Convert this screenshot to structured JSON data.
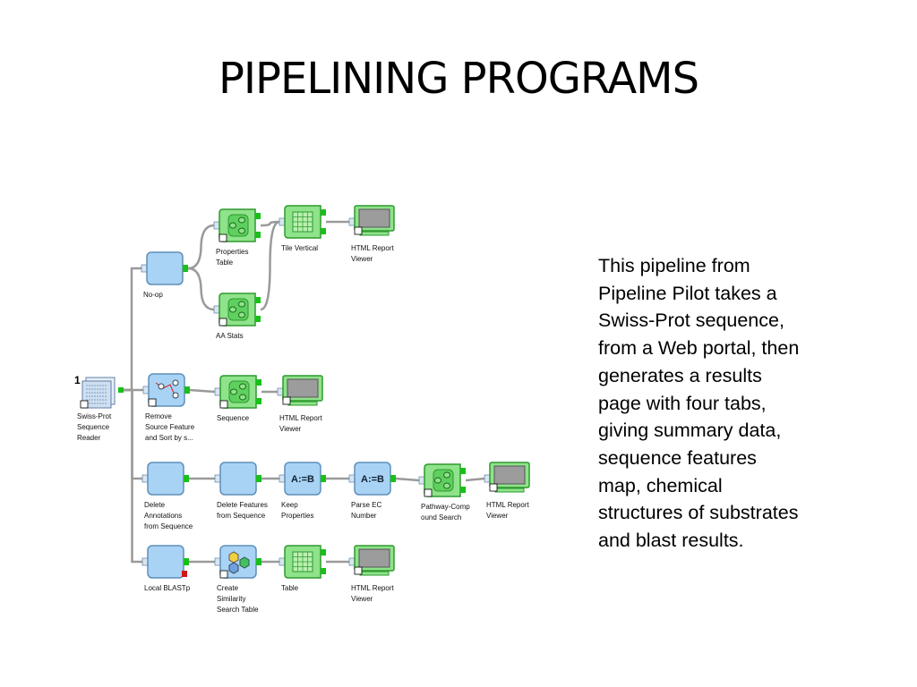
{
  "slide": {
    "title": "PIPELINING PROGRAMS",
    "description_lines": [
      "This pipeline from",
      "Pipeline Pilot takes a",
      "Swiss-Prot sequence,",
      "from a Web portal, then",
      "generates a results",
      "page with four tabs,",
      "giving summary data,",
      "sequence features",
      "map, chemical",
      "structures of substrates",
      "and blast results."
    ]
  },
  "pipeline": {
    "start_badge": "1",
    "nodes": [
      {
        "id": "reader",
        "kind": "reader",
        "label": [
          "Swiss-Prot",
          "Sequence",
          "Reader"
        ]
      },
      {
        "id": "noop",
        "kind": "blue",
        "label": [
          "No-op"
        ]
      },
      {
        "id": "props",
        "kind": "green-filter",
        "label": [
          "Properties",
          "Table"
        ]
      },
      {
        "id": "tilev",
        "kind": "green-table",
        "label": [
          "Tile Vertical"
        ]
      },
      {
        "id": "html1",
        "kind": "monitor",
        "label": [
          "HTML Report",
          "Viewer"
        ]
      },
      {
        "id": "aastats",
        "kind": "green-filter",
        "label": [
          "AA Stats"
        ]
      },
      {
        "id": "remove",
        "kind": "blue-sort",
        "label": [
          "Remove",
          "Source Feature",
          "and Sort by s..."
        ]
      },
      {
        "id": "sequence",
        "kind": "green-filter",
        "label": [
          "Sequence"
        ]
      },
      {
        "id": "html2",
        "kind": "monitor",
        "label": [
          "HTML Report",
          "Viewer"
        ]
      },
      {
        "id": "delann",
        "kind": "blue",
        "label": [
          "Delete",
          "Annotations",
          "from Sequence"
        ]
      },
      {
        "id": "delfeat",
        "kind": "blue",
        "label": [
          "Delete Features",
          "from Sequence"
        ]
      },
      {
        "id": "keepprops",
        "kind": "assign",
        "text": "A:=B",
        "label": [
          "Keep",
          "Properties"
        ]
      },
      {
        "id": "parseec",
        "kind": "assign",
        "text": "A:=B",
        "label": [
          "Parse EC",
          "Number"
        ]
      },
      {
        "id": "pathway",
        "kind": "green-filter",
        "label": [
          "Pathway-Comp",
          "ound Search"
        ]
      },
      {
        "id": "html3",
        "kind": "monitor",
        "label": [
          "HTML Report",
          "Viewer"
        ]
      },
      {
        "id": "blastp",
        "kind": "blue",
        "label": [
          "Local BLASTp"
        ]
      },
      {
        "id": "simtable",
        "kind": "blue-mol",
        "label": [
          "Create",
          "Similarity",
          "Search Table"
        ]
      },
      {
        "id": "table",
        "kind": "green-table",
        "label": [
          "Table"
        ]
      },
      {
        "id": "html4",
        "kind": "monitor",
        "label": [
          "HTML Report",
          "Viewer"
        ]
      }
    ],
    "links": [
      [
        "reader",
        "noop"
      ],
      [
        "reader",
        "remove"
      ],
      [
        "reader",
        "delann"
      ],
      [
        "reader",
        "blastp"
      ],
      [
        "noop",
        "props"
      ],
      [
        "noop",
        "aastats"
      ],
      [
        "props",
        "tilev"
      ],
      [
        "aastats",
        "tilev"
      ],
      [
        "tilev",
        "html1"
      ],
      [
        "remove",
        "sequence"
      ],
      [
        "sequence",
        "html2"
      ],
      [
        "delann",
        "delfeat"
      ],
      [
        "delfeat",
        "keepprops"
      ],
      [
        "keepprops",
        "parseec"
      ],
      [
        "parseec",
        "pathway"
      ],
      [
        "pathway",
        "html3"
      ],
      [
        "blastp",
        "simtable"
      ],
      [
        "simtable",
        "table"
      ],
      [
        "table",
        "html4"
      ]
    ],
    "colors": {
      "blue_fill": "#a9d3f5",
      "blue_stroke": "#5f8fb8",
      "green_fill": "#8fe38a",
      "green_stroke": "#2e9a2e",
      "port_green": "#18c018",
      "port_red": "#d01818",
      "link": "#9a9a9a",
      "monitor_screen": "#9c9c9c"
    }
  }
}
